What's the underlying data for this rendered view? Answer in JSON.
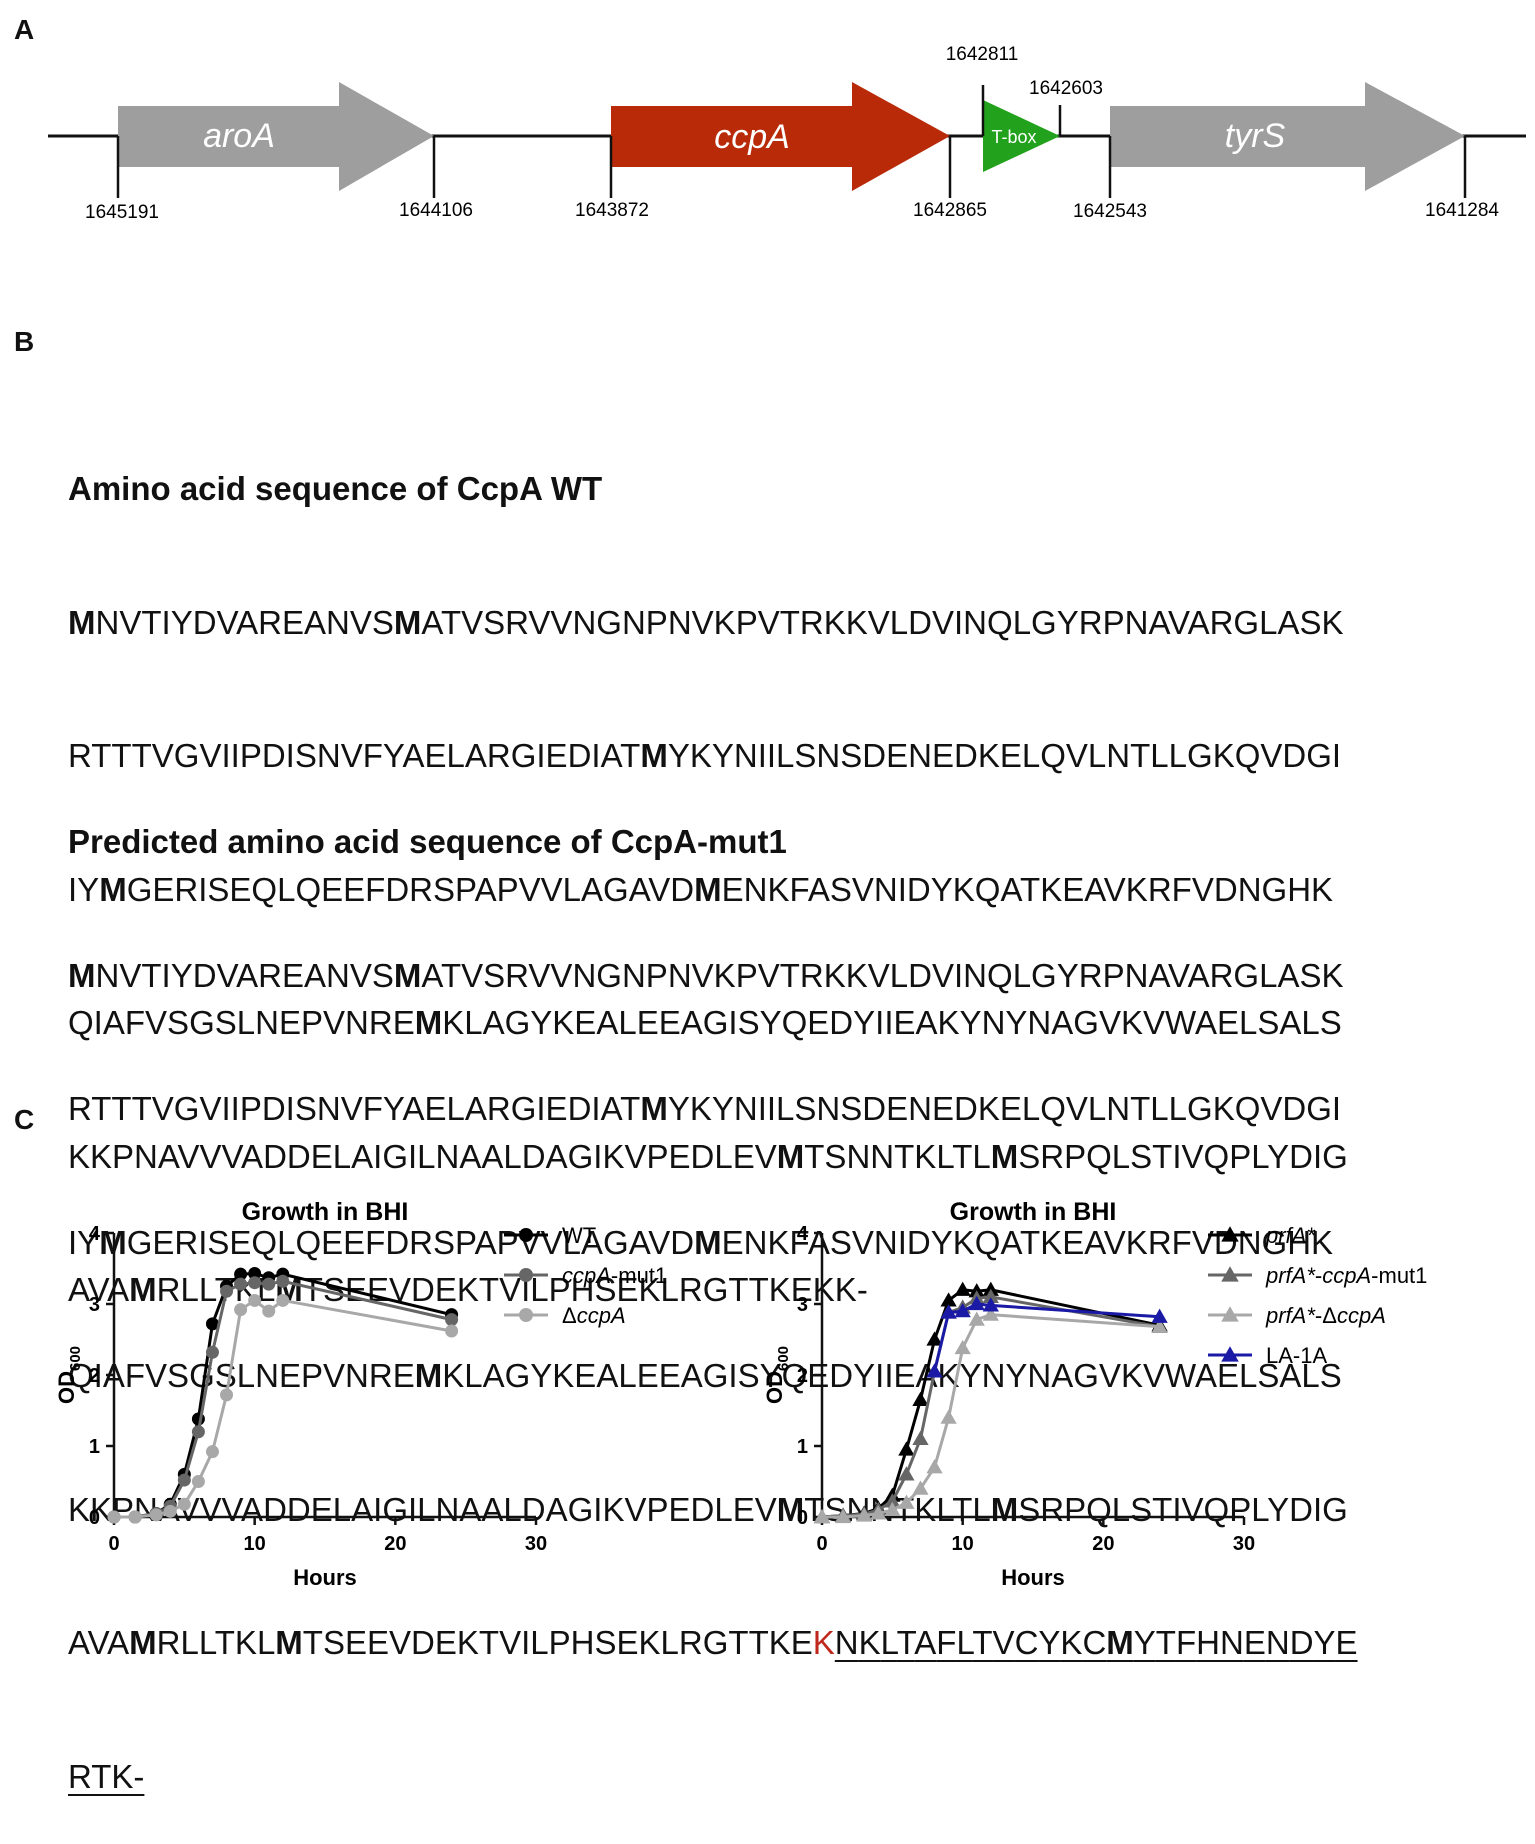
{
  "panels": {
    "a": "A",
    "b": "B",
    "c": "C"
  },
  "gene_map": {
    "genes": [
      {
        "name": "aroA",
        "color": "#9e9e9e",
        "start_label": "1645191",
        "end_label": "1644106"
      },
      {
        "name": "ccpA",
        "color": "#b82a08",
        "start_label": "1643872",
        "end_label": "1642865"
      },
      {
        "name": "T-box",
        "color": "#22a21c",
        "start_label": "1642811",
        "end_label": "1642603"
      },
      {
        "name": "tyrS",
        "color": "#9e9e9e",
        "start_label": "1642543",
        "end_label": "1641284"
      }
    ]
  },
  "sequences": {
    "wt": {
      "title": "Amino acid sequence of CcpA WT",
      "lines": [
        "MNVTIYDVAREANVSMATVSRVVNGNPNVKPVTRKKVLDVINQLGYRPNAVARGLASK",
        "RTTTVGVIIPDISNVFYAELARGIEDIATMYKYNIILSNSDENEDKELQVLNTLLGKQVDGI",
        "IYMGERISEQLQEEFDRSPAPVVLAGAVDMENKFASVNIDYKQATKEAVKRFVDNGHK",
        "QIAFVSGSLNEPVNREMKLAGYKEALEEAGISYQEDYIIEAKYNYNAGVKVWAELSALS",
        "KKPNAVVVADDELAIGILNAALDAGIKVPEDLEVMTSNNTKLTLMSRPQLSTIVQPLYDIG",
        "AVAMRLLTKLMTSEEVDEKTVILPHSEKLRGTTKEKK-"
      ]
    },
    "mut": {
      "title": "Predicted amino acid sequence of CcpA-mut1",
      "lines": [
        "MNVTIYDVAREANVSMATVSRVVNGNPNVKPVTRKKVLDVINQLGYRPNAVARGLASK",
        "RTTTVGVIIPDISNVFYAELARGIEDIATMYKYNIILSNSDENEDKELQVLNTLLGKQVDGI",
        "IYMGERISEQLQEEFDRSPAPVVLAGAVDMENKFASVNIDYKQATKEAVKRFVDNGHK",
        "QIAFVSGSLNEPVNREMKLAGYKEALEEAGISYQEDYIIEAKYNYNAGVKVWAELSALS",
        "KKPNAVVVADDELAIGILNAALDAGIKVPEDLEVMTSNNTKLTLMSRPQLSTIVQPLYDIG"
      ],
      "line6_prefix": "AVAMRLLTKLMTSEEVDEKTVILPHSEKLRGTTKE",
      "mutated_residue": "K",
      "line6_suffix": "NKLTAFLTVCYKCMYTFHNENDYE",
      "line7": "RTK-"
    }
  },
  "chart_data": [
    {
      "type": "line",
      "title": "Growth in BHI",
      "xlabel": "Hours",
      "ylabel": "OD600",
      "xlim": [
        0,
        30
      ],
      "ylim": [
        0,
        4
      ],
      "xticks": [
        0,
        10,
        20,
        30
      ],
      "yticks": [
        0,
        1,
        2,
        3,
        4
      ],
      "x": [
        0,
        1.5,
        3,
        4,
        5,
        6,
        7,
        8,
        9,
        10,
        11,
        12,
        24
      ],
      "legend_position": "top-right",
      "series": [
        {
          "name": "WT",
          "color": "#000000",
          "marker": "circle",
          "values": [
            0,
            0,
            0.05,
            0.18,
            0.6,
            1.38,
            2.72,
            3.25,
            3.42,
            3.43,
            3.37,
            3.42,
            2.85
          ]
        },
        {
          "name": "ccpA-mut1",
          "color": "#666666",
          "marker": "circle",
          "values": [
            0,
            0,
            0.05,
            0.15,
            0.52,
            1.2,
            2.32,
            3.18,
            3.28,
            3.3,
            3.28,
            3.32,
            2.78
          ]
        },
        {
          "name": "ΔccpA",
          "color": "#a8a8a8",
          "marker": "circle",
          "values": [
            0,
            0,
            0.03,
            0.08,
            0.18,
            0.5,
            0.92,
            1.72,
            2.92,
            3.05,
            2.9,
            3.05,
            2.62
          ]
        }
      ]
    },
    {
      "type": "line",
      "title": "Growth in BHI",
      "xlabel": "Hours",
      "ylabel": "OD600",
      "xlim": [
        0,
        30
      ],
      "ylim": [
        0,
        4
      ],
      "xticks": [
        0,
        10,
        20,
        30
      ],
      "yticks": [
        0,
        1,
        2,
        3,
        4
      ],
      "x": [
        0,
        1.5,
        3,
        4,
        5,
        6,
        7,
        8,
        9,
        10,
        11,
        12,
        24
      ],
      "legend_position": "top-right",
      "series": [
        {
          "name": "prfA*",
          "color": "#000000",
          "marker": "triangle",
          "values": [
            0,
            0.02,
            0.05,
            0.12,
            0.3,
            0.95,
            1.65,
            2.5,
            3.05,
            3.2,
            3.18,
            3.2,
            2.7
          ]
        },
        {
          "name": "prfA*-ccpA-mut1",
          "color": "#666666",
          "marker": "triangle",
          "values": [
            0,
            0.02,
            0.04,
            0.1,
            0.22,
            0.6,
            1.1,
            2.05,
            2.88,
            2.95,
            3.08,
            3.1,
            2.68
          ]
        },
        {
          "name": "prfA*-ΔccpA",
          "color": "#a8a8a8",
          "marker": "triangle",
          "values": [
            0,
            0,
            0.02,
            0.05,
            0.1,
            0.2,
            0.4,
            0.7,
            1.4,
            2.38,
            2.78,
            2.85,
            2.68
          ]
        },
        {
          "name": "LA-1A",
          "color": "#1a1aa6",
          "marker": "triangle",
          "x": [
            8,
            9,
            10,
            11,
            12,
            24
          ],
          "values": [
            2.05,
            2.88,
            2.9,
            3.0,
            2.98,
            2.82
          ]
        }
      ]
    }
  ]
}
